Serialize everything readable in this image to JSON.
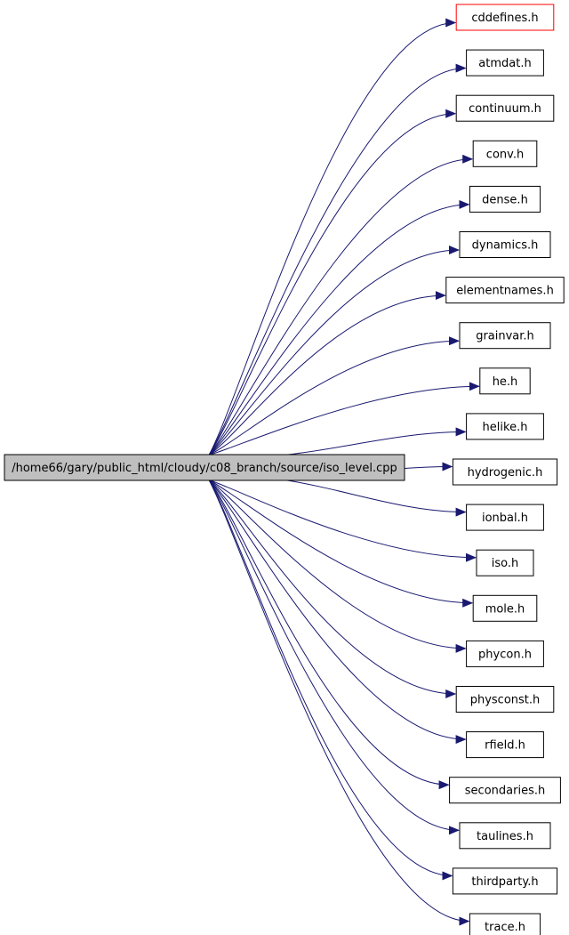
{
  "colors": {
    "edge": "#191970",
    "source_fill": "#bfbfbf",
    "node_border": "#000000",
    "highlight_border": "#ff0000",
    "background": "#ffffff"
  },
  "source": {
    "label": "/home66/gary/public_html/cloudy/c08_branch/source/iso_level.cpp"
  },
  "includes": [
    {
      "label": "cddefines.h",
      "highlighted": true
    },
    {
      "label": "atmdat.h"
    },
    {
      "label": "continuum.h"
    },
    {
      "label": "conv.h"
    },
    {
      "label": "dense.h"
    },
    {
      "label": "dynamics.h"
    },
    {
      "label": "elementnames.h"
    },
    {
      "label": "grainvar.h"
    },
    {
      "label": "he.h"
    },
    {
      "label": "helike.h"
    },
    {
      "label": "hydrogenic.h"
    },
    {
      "label": "ionbal.h"
    },
    {
      "label": "iso.h"
    },
    {
      "label": "mole.h"
    },
    {
      "label": "phycon.h"
    },
    {
      "label": "physconst.h"
    },
    {
      "label": "rfield.h"
    },
    {
      "label": "secondaries.h"
    },
    {
      "label": "taulines.h"
    },
    {
      "label": "thirdparty.h"
    },
    {
      "label": "trace.h"
    }
  ]
}
